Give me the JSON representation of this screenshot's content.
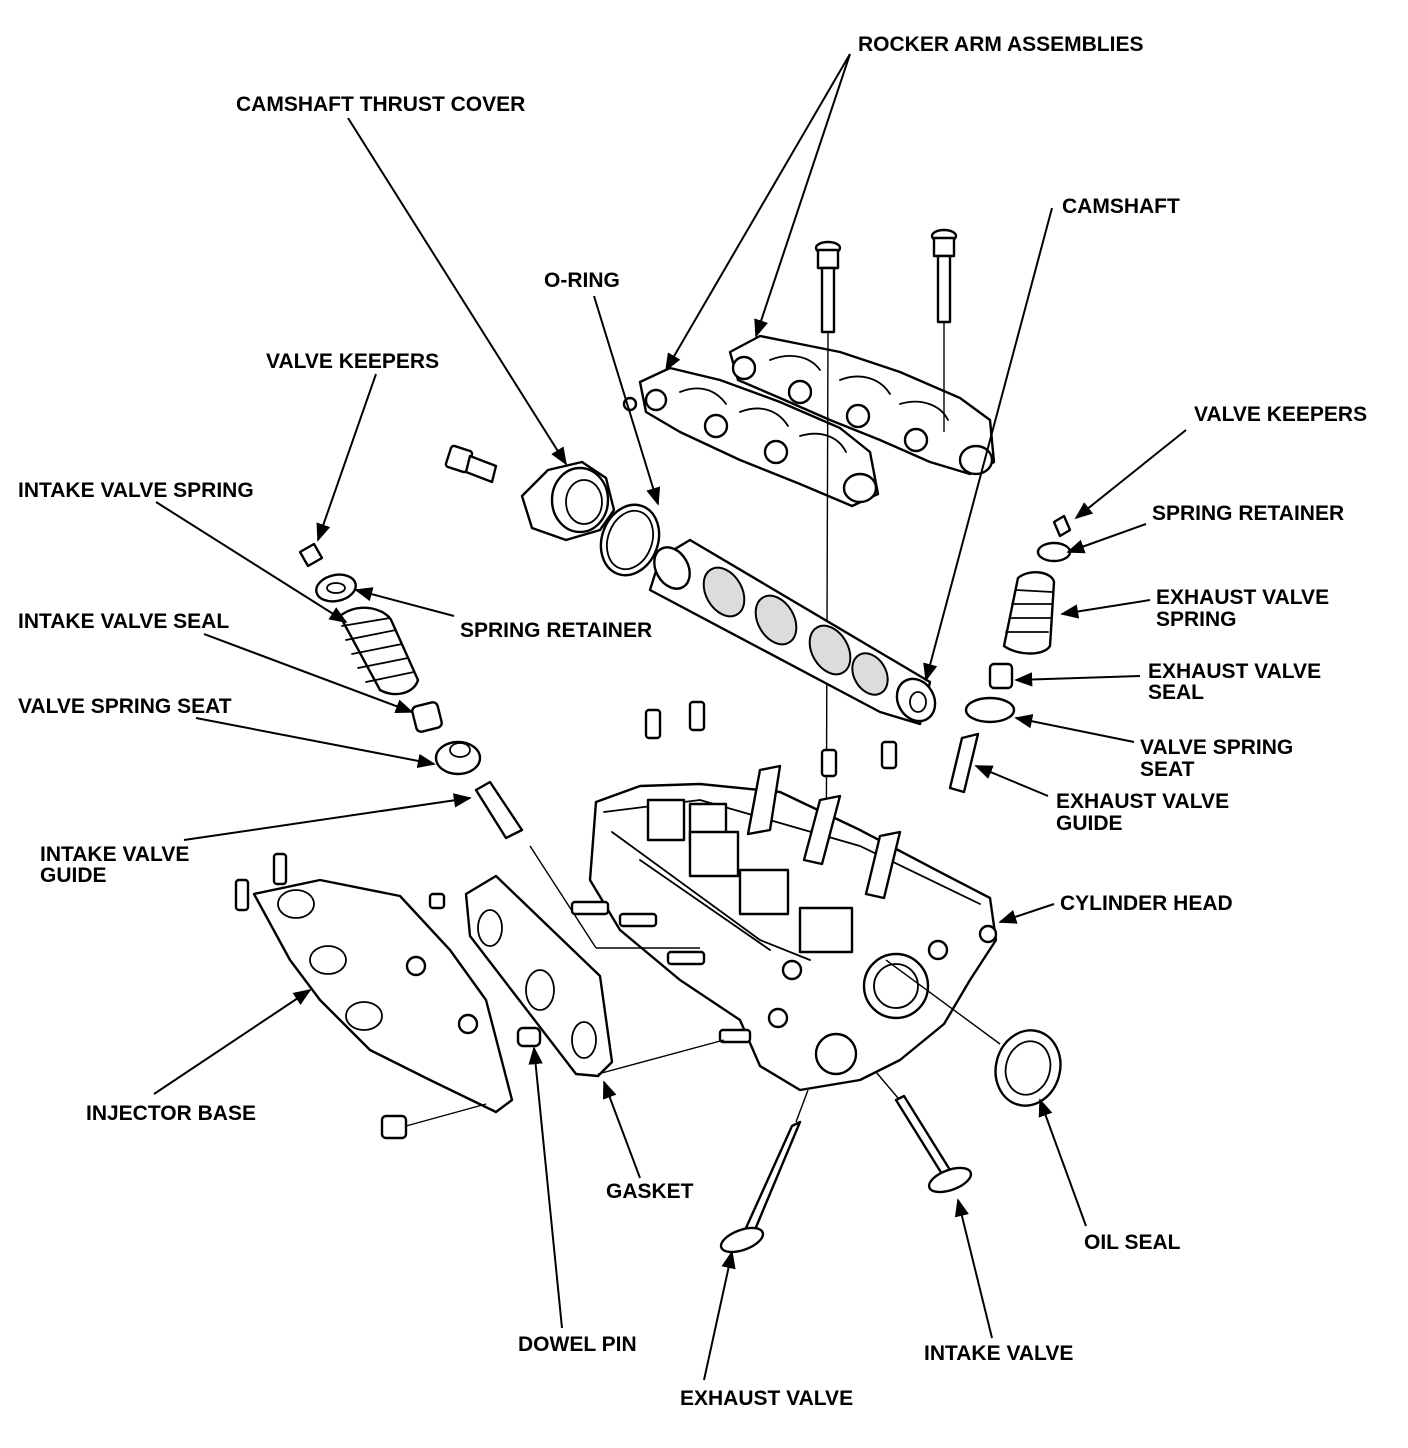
{
  "labels": {
    "rocker_arm_assemblies": "ROCKER ARM ASSEMBLIES",
    "camshaft_thrust_cover": "CAMSHAFT THRUST COVER",
    "camshaft": "CAMSHAFT",
    "o_ring": "O-RING",
    "valve_keepers_left": "VALVE KEEPERS",
    "valve_keepers_right": "VALVE KEEPERS",
    "intake_valve_spring": "INTAKE VALVE SPRING",
    "spring_retainer_right": "SPRING RETAINER",
    "spring_retainer_left": "SPRING RETAINER",
    "intake_valve_seal": "INTAKE VALVE SEAL",
    "exhaust_valve_spring_1": "EXHAUST VALVE",
    "exhaust_valve_spring_2": "SPRING",
    "exhaust_valve_seal_1": "EXHAUST VALVE",
    "exhaust_valve_seal_2": "SEAL",
    "valve_spring_seat_left": "VALVE SPRING SEAT",
    "valve_spring_seat_right_1": "VALVE SPRING",
    "valve_spring_seat_right_2": "SEAT",
    "exhaust_valve_guide_1": "EXHAUST VALVE",
    "exhaust_valve_guide_2": "GUIDE",
    "intake_valve_guide_1": "INTAKE VALVE",
    "intake_valve_guide_2": "GUIDE",
    "cylinder_head": "CYLINDER HEAD",
    "injector_base": "INJECTOR BASE",
    "gasket": "GASKET",
    "oil_seal": "OIL SEAL",
    "dowel_pin": "DOWEL PIN",
    "intake_valve": "INTAKE VALVE",
    "exhaust_valve": "EXHAUST VALVE"
  }
}
